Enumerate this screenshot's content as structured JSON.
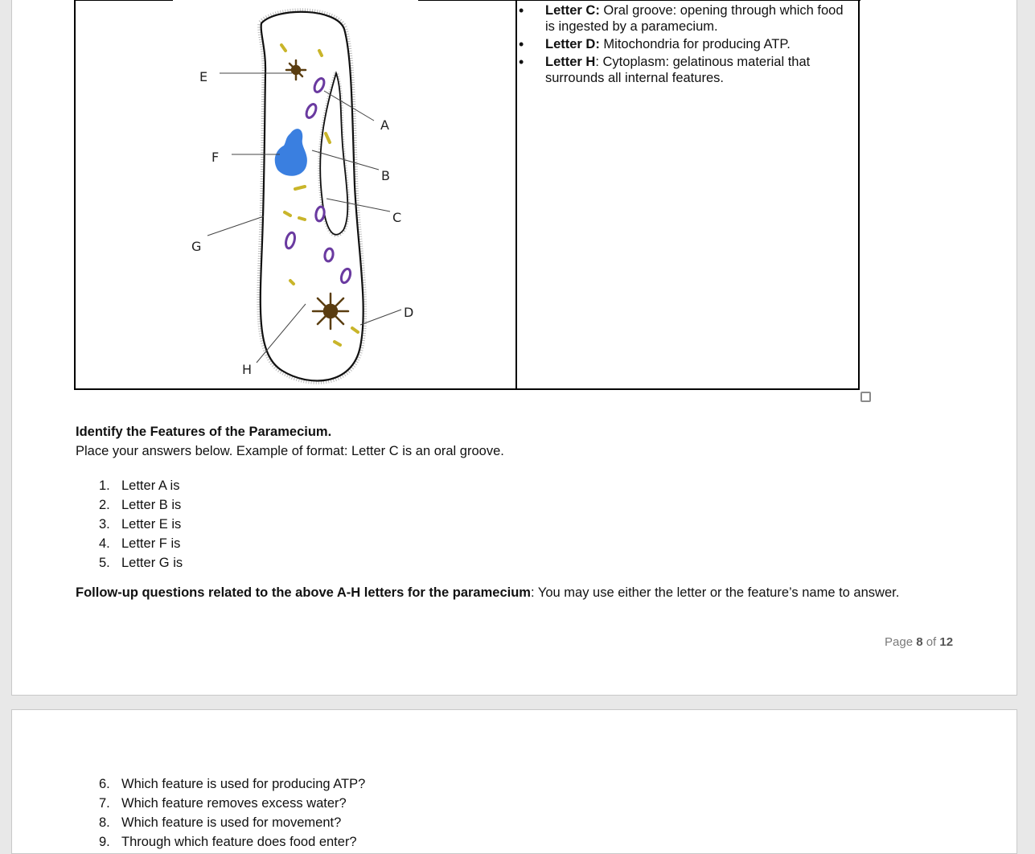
{
  "figure": {
    "labels": {
      "a": "A",
      "b": "B",
      "c": "C",
      "d": "D",
      "e": "E",
      "f": "F",
      "g": "G",
      "h": "H"
    },
    "colors": {
      "outline": "#111111",
      "cilia": "#444444",
      "nucleus": "#3a7fe0",
      "vacuole": "#6a3aa0",
      "granule": "#c9b52a",
      "contractile_vacuole": "#5a3d10"
    }
  },
  "notes": [
    {
      "term": "Letter C:",
      "text": " Oral groove: opening through which food is ingested by a paramecium."
    },
    {
      "term": "Letter D:",
      "text": " Mitochondria for producing ATP."
    },
    {
      "term": "Letter H",
      "text": ": Cytoplasm: gelatinous material that surrounds all internal features."
    }
  ],
  "section": {
    "heading": "Identify the Features of the Paramecium.",
    "instruction": "Place your answers below. Example of format: Letter C is an oral groove."
  },
  "answers": [
    {
      "num": "1.",
      "text": "Letter A is"
    },
    {
      "num": "2.",
      "text": "Letter B is"
    },
    {
      "num": "3.",
      "text": "Letter E is"
    },
    {
      "num": "4.",
      "text": "Letter F is"
    },
    {
      "num": "5.",
      "text": "Letter G is"
    }
  ],
  "followup": {
    "bold": "Follow-up questions related to the above A-H letters for the paramecium",
    "rest": ": You may use either the letter or the feature’s name to answer."
  },
  "page_number": {
    "prefix": "Page ",
    "current": "8",
    "middle": " of ",
    "total": "12"
  },
  "questions": [
    {
      "num": "6.",
      "text": "Which feature is used for producing ATP?"
    },
    {
      "num": "7.",
      "text": "Which feature removes excess water?"
    },
    {
      "num": "8.",
      "text": "Which feature is used for movement?"
    },
    {
      "num": "9.",
      "text": "Through which feature does food enter?"
    }
  ]
}
